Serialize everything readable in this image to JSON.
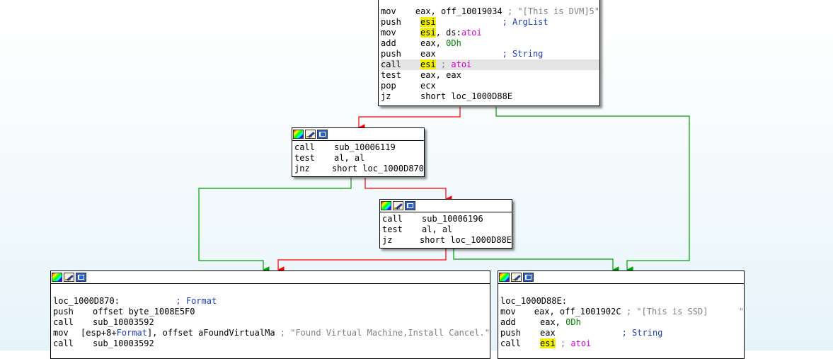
{
  "nodes": {
    "n1": {
      "lines": [
        {
          "mn": "mov",
          "parts": [
            {
              "t": "eax, off_10019034 "
            },
            {
              "t": "; \"[This is DVM]5\"",
              "c": "cmt"
            }
          ]
        },
        {
          "mn": "push",
          "parts": [
            {
              "t": "esi",
              "c": "reg-hl"
            },
            {
              "t": "             "
            },
            {
              "t": "; ArgList",
              "c": "cmtb"
            }
          ]
        },
        {
          "mn": "mov",
          "parts": [
            {
              "t": "esi",
              "c": "reg-hl"
            },
            {
              "t": ", ds:"
            },
            {
              "t": "atoi",
              "c": "imp"
            }
          ]
        },
        {
          "mn": "add",
          "parts": [
            {
              "t": "eax, "
            },
            {
              "t": "0Dh",
              "c": "num"
            }
          ]
        },
        {
          "mn": "push",
          "parts": [
            {
              "t": "eax             "
            },
            {
              "t": "; String",
              "c": "cmtb"
            }
          ]
        },
        {
          "mn": "call",
          "hl": true,
          "parts": [
            {
              "t": "esi",
              "c": "reg-hl"
            },
            {
              "t": " "
            },
            {
              "t": "; ",
              "c": "cmt"
            },
            {
              "t": "atoi",
              "c": "imp"
            }
          ]
        },
        {
          "mn": "test",
          "parts": [
            {
              "t": "eax, eax"
            }
          ]
        },
        {
          "mn": "pop",
          "parts": [
            {
              "t": "ecx"
            }
          ]
        },
        {
          "mn": "jz",
          "parts": [
            {
              "t": "short loc_1000D88E"
            }
          ]
        }
      ]
    },
    "n2": {
      "lines": [
        {
          "mn": "call",
          "parts": [
            {
              "t": "sub_10006119"
            }
          ]
        },
        {
          "mn": "test",
          "parts": [
            {
              "t": "al, al"
            }
          ]
        },
        {
          "mn": "jnz",
          "parts": [
            {
              "t": "short loc_1000D870"
            }
          ]
        }
      ]
    },
    "n3": {
      "lines": [
        {
          "mn": "call",
          "parts": [
            {
              "t": "sub_10006196"
            }
          ]
        },
        {
          "mn": "test",
          "parts": [
            {
              "t": "al, al"
            }
          ]
        },
        {
          "mn": "jz",
          "parts": [
            {
              "t": "short loc_1000D88E"
            }
          ]
        }
      ]
    },
    "n4": {
      "lines": [
        {
          "mn": "",
          "parts": []
        },
        {
          "label": "loc_1000D870:",
          "parts": [
            {
              "t": "           "
            },
            {
              "t": "; Format",
              "c": "cmtb"
            }
          ]
        },
        {
          "mn": "push",
          "parts": [
            {
              "t": "offset byte_1008E5F0"
            }
          ]
        },
        {
          "mn": "call",
          "parts": [
            {
              "t": "sub_10003592"
            }
          ]
        },
        {
          "mn": "mov",
          "parts": [
            {
              "t": "[esp+8+"
            },
            {
              "t": "Format",
              "c": "fmt"
            },
            {
              "t": "], offset aFoundVirtualMa "
            },
            {
              "t": "; \"Found Virtual Machine,Install Cancel.\"",
              "c": "cmt"
            }
          ]
        },
        {
          "mn": "call",
          "parts": [
            {
              "t": "sub_10003592"
            }
          ]
        }
      ]
    },
    "n5": {
      "lines": [
        {
          "mn": "",
          "parts": []
        },
        {
          "label": "loc_1000D88E:",
          "parts": []
        },
        {
          "mn": "mov",
          "parts": [
            {
              "t": "eax, off_1001902C "
            },
            {
              "t": "; \"[This is SSD]      \"",
              "c": "cmt"
            }
          ]
        },
        {
          "mn": "add",
          "parts": [
            {
              "t": "eax, "
            },
            {
              "t": "0Dh",
              "c": "num"
            }
          ]
        },
        {
          "mn": "push",
          "parts": [
            {
              "t": "eax             "
            },
            {
              "t": "; String",
              "c": "cmtb"
            }
          ]
        },
        {
          "mn": "call",
          "parts": [
            {
              "t": "esi",
              "c": "reg-hl"
            },
            {
              "t": " "
            },
            {
              "t": "; ",
              "c": "cmt"
            },
            {
              "t": "atoi",
              "c": "imp"
            }
          ]
        }
      ]
    }
  },
  "colors": {
    "edge_true": "#00a000",
    "edge_false": "#ff0000",
    "register_highlight": "#f0f000",
    "import_name": "#d200d2",
    "immediate": "#008000"
  },
  "icons": [
    "color-palette-icon",
    "rename-icon",
    "graph-overview-icon"
  ]
}
